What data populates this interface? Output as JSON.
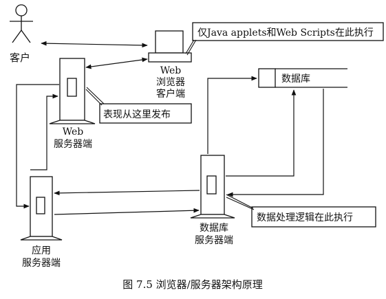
{
  "labels": {
    "client": "客户",
    "browser_line1": "Web",
    "browser_line2": "浏览器",
    "browser_line3": "客户端",
    "webserver_line1": "Web",
    "webserver_line2": "服务器端",
    "appserver_line1": "应用",
    "appserver_line2": "服务器端",
    "dbserver_line1": "数据库",
    "dbserver_line2": "服务器端",
    "database": "数据库"
  },
  "callouts": {
    "browser_note": "仅Java applets和Web Scripts在此执行",
    "webserver_note": "表现从这里发布",
    "dbserver_note": "数据处理逻辑在此执行"
  },
  "caption": "图 7.5   浏览器/服务器架构原理"
}
